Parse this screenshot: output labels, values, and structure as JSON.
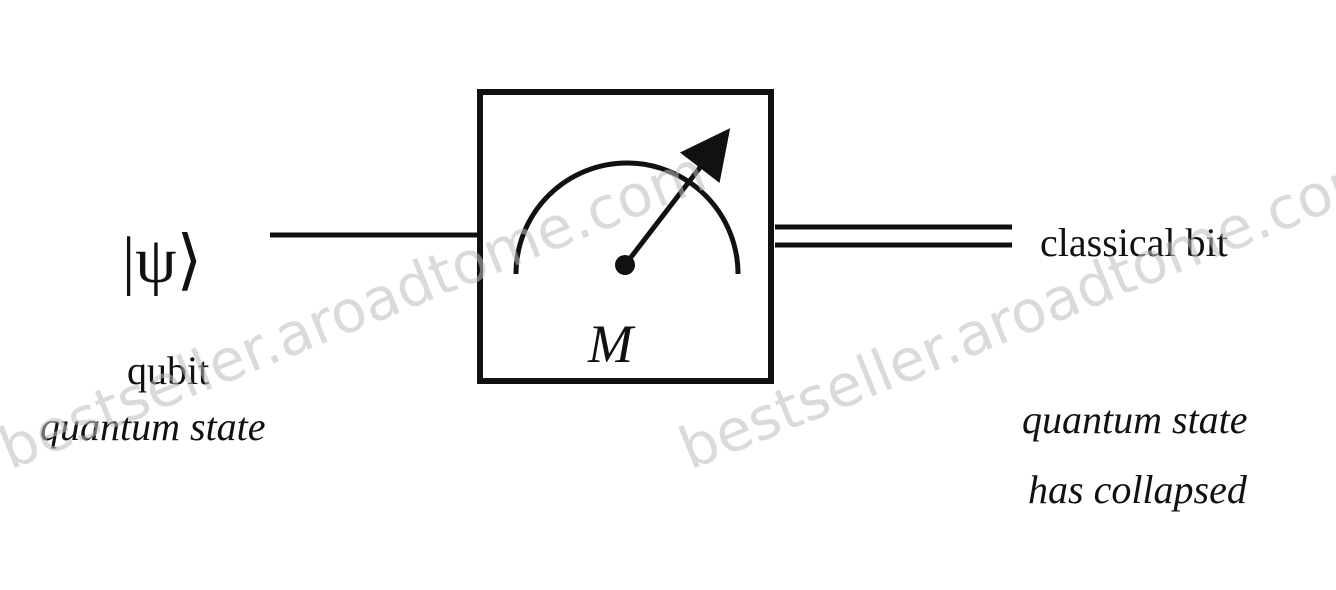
{
  "diagram": {
    "input_state": "|ψ⟩",
    "input_label_line1": "qubit",
    "input_label_line2": "quantum state",
    "meter_label": "M",
    "output_label": "classical bit",
    "output_note_line1": "quantum state",
    "output_note_line2": "has collapsed"
  },
  "watermark": {
    "text": "bestseller.aroadtome.com"
  },
  "colors": {
    "ink": "#111111",
    "background": "#ffffff",
    "watermark": "#bdbdbd"
  }
}
